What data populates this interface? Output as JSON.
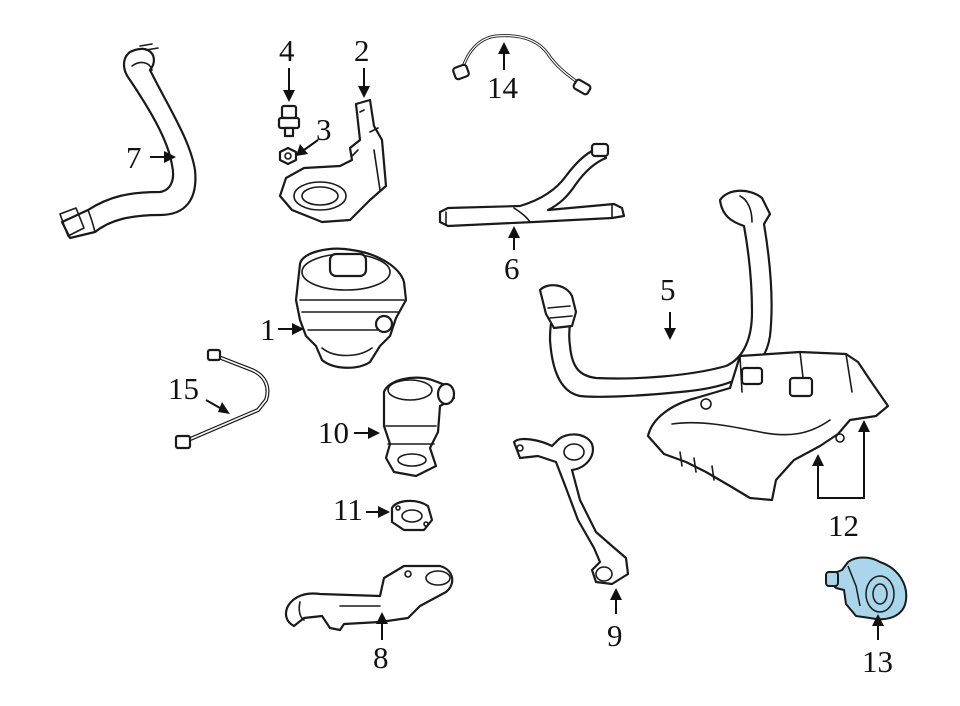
{
  "colors": {
    "background": "#ffffff",
    "line_art": "#1a1a1a",
    "highlight": "#a9d6ea"
  },
  "highlighted_part": "13",
  "callouts": {
    "c1": "1",
    "c2": "2",
    "c3": "3",
    "c4": "4",
    "c5": "5",
    "c6": "6",
    "c7": "7",
    "c8": "8",
    "c9": "9",
    "c10": "10",
    "c11": "11",
    "c12": "12",
    "c13": "13",
    "c14": "14",
    "c15": "15"
  }
}
